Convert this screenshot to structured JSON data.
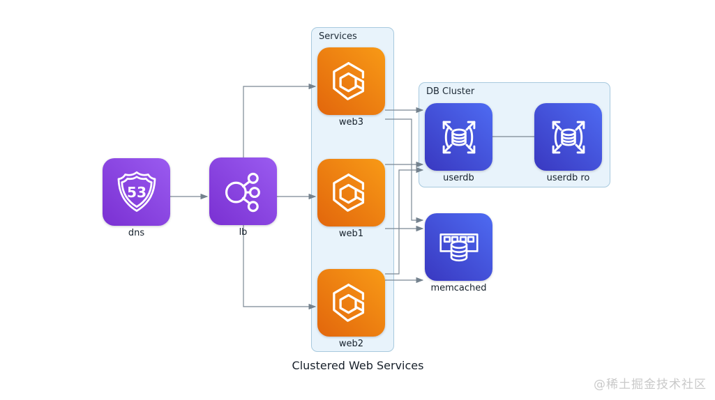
{
  "diagram": {
    "title": "Clustered Web Services",
    "watermark": "@稀土掘金技术社区"
  },
  "clusters": {
    "services": {
      "label": "Services"
    },
    "db_cluster": {
      "label": "DB Cluster"
    }
  },
  "nodes": {
    "dns": {
      "label": "dns",
      "icon": "route53-icon",
      "color_theme": "purple"
    },
    "lb": {
      "label": "lb",
      "icon": "elb-icon",
      "color_theme": "purple"
    },
    "web3": {
      "label": "web3",
      "icon": "ecs-icon",
      "color_theme": "orange"
    },
    "web1": {
      "label": "web1",
      "icon": "ecs-icon",
      "color_theme": "orange"
    },
    "web2": {
      "label": "web2",
      "icon": "ecs-icon",
      "color_theme": "orange"
    },
    "userdb": {
      "label": "userdb",
      "icon": "rds-icon",
      "color_theme": "blue"
    },
    "userdb_ro": {
      "label": "userdb ro",
      "icon": "rds-icon",
      "color_theme": "blue"
    },
    "memcached": {
      "label": "memcached",
      "icon": "elasticache-icon",
      "color_theme": "blue"
    }
  },
  "nodes_text": {
    "route53_number": "53"
  },
  "edges": [
    {
      "from": "dns",
      "to": "lb",
      "directed": true
    },
    {
      "from": "lb",
      "to": "web3",
      "directed": true
    },
    {
      "from": "lb",
      "to": "web1",
      "directed": true
    },
    {
      "from": "lb",
      "to": "web2",
      "directed": true
    },
    {
      "from": "web3",
      "to": "userdb",
      "directed": true
    },
    {
      "from": "web1",
      "to": "userdb",
      "directed": true
    },
    {
      "from": "web2",
      "to": "userdb",
      "directed": true
    },
    {
      "from": "web3",
      "to": "memcached",
      "directed": true
    },
    {
      "from": "web1",
      "to": "memcached",
      "directed": true
    },
    {
      "from": "web2",
      "to": "memcached",
      "directed": true
    },
    {
      "from": "userdb",
      "to": "userdb_ro",
      "directed": false
    }
  ],
  "colors": {
    "purple_gradient_start": "#7a30d2",
    "purple_gradient_end": "#9a5bf0",
    "orange_gradient_start": "#e2660c",
    "orange_gradient_end": "#f89a16",
    "blue_gradient_start": "#3938c0",
    "blue_gradient_end": "#4e6bf2",
    "cluster_fill": "#e8f3fb",
    "cluster_border": "#a7c9de",
    "edge": "#7b8894",
    "label": "#15202b",
    "watermark": "#c9c9c9"
  }
}
